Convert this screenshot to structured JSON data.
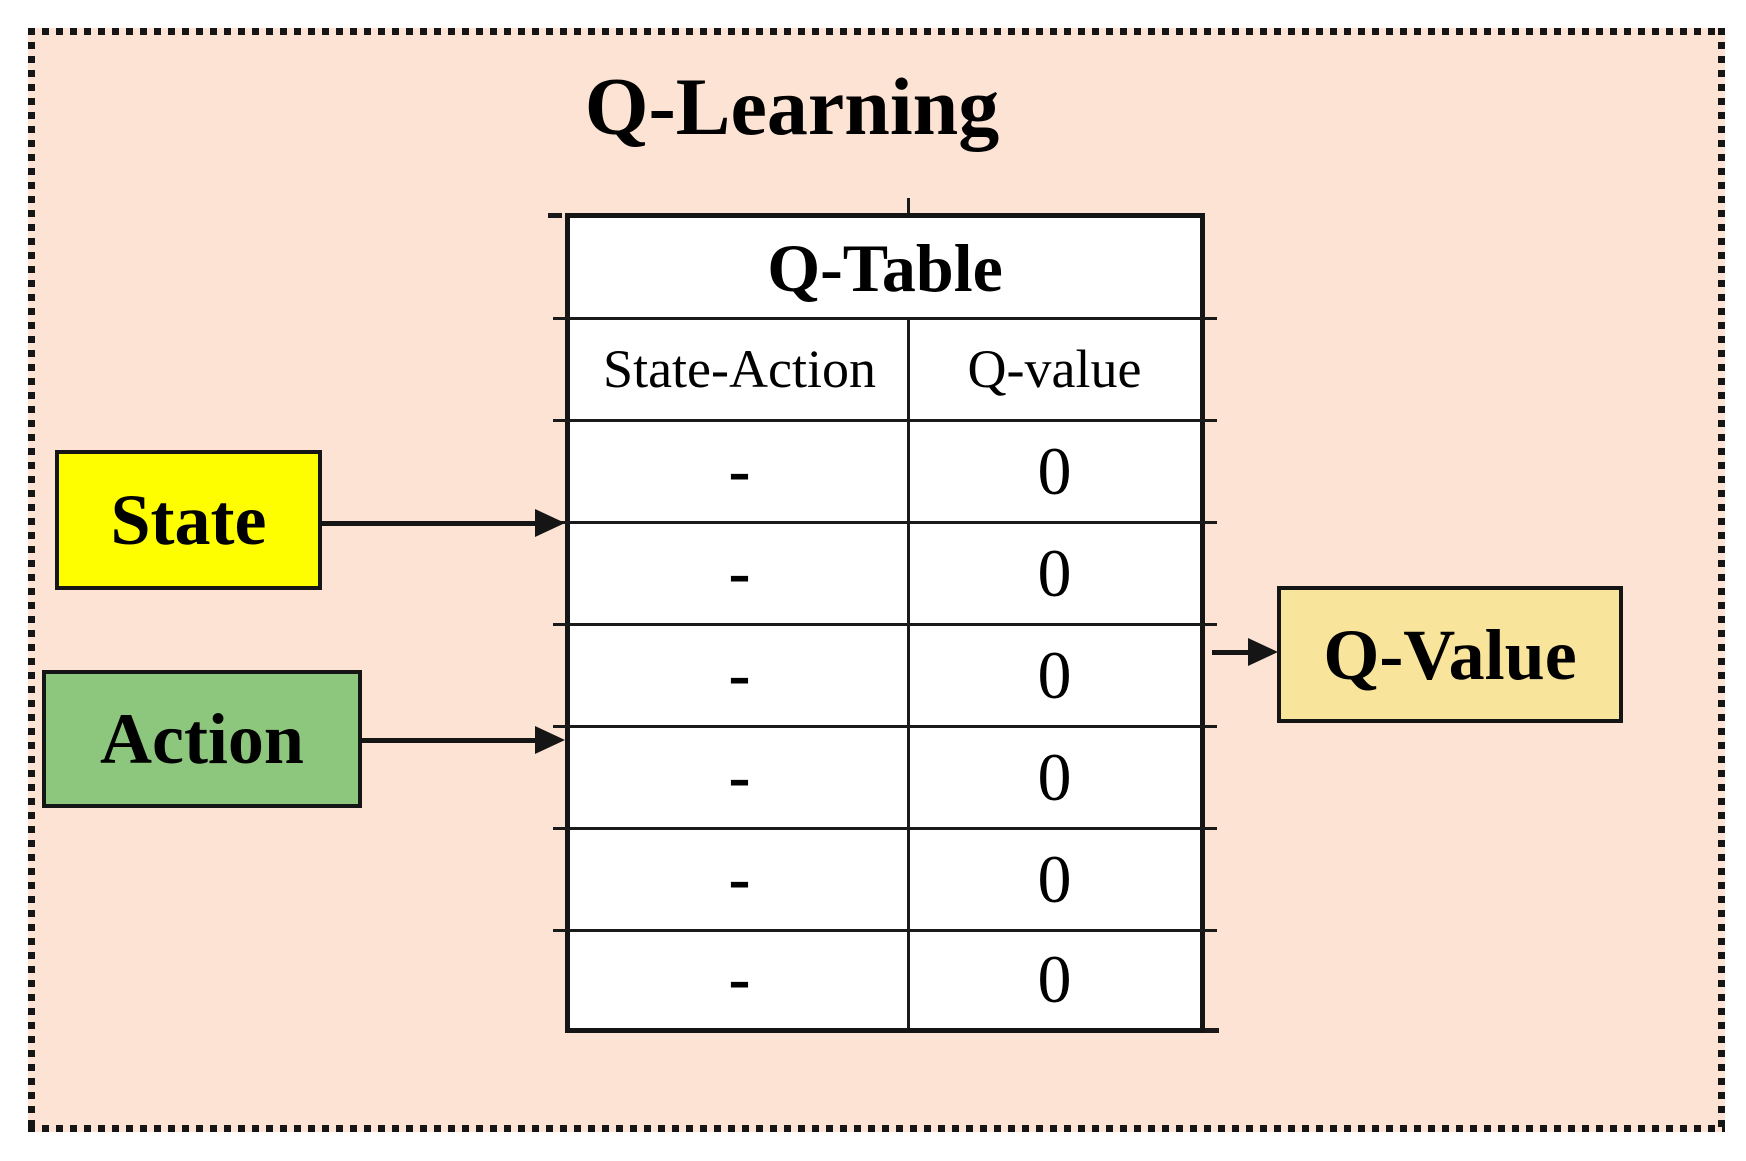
{
  "title": "Q-Learning",
  "q_table": {
    "title": "Q-Table",
    "columns": [
      "State-Action",
      "Q-value"
    ],
    "rows": [
      {
        "state_action": "-",
        "q_value": "0"
      },
      {
        "state_action": "-",
        "q_value": "0"
      },
      {
        "state_action": "-",
        "q_value": "0"
      },
      {
        "state_action": "-",
        "q_value": "0"
      },
      {
        "state_action": "-",
        "q_value": "0"
      },
      {
        "state_action": "-",
        "q_value": "0"
      }
    ]
  },
  "boxes": {
    "state": {
      "label": "State",
      "fill": "#fefe00"
    },
    "action": {
      "label": "Action",
      "fill": "#8dc77d"
    },
    "q_value": {
      "label": "Q-Value",
      "fill": "#f8e49a"
    }
  },
  "colors": {
    "panel_background": "#fce3d4",
    "table_background": "#ffffff",
    "border_and_arrows": "#151515",
    "text": "#000000"
  }
}
